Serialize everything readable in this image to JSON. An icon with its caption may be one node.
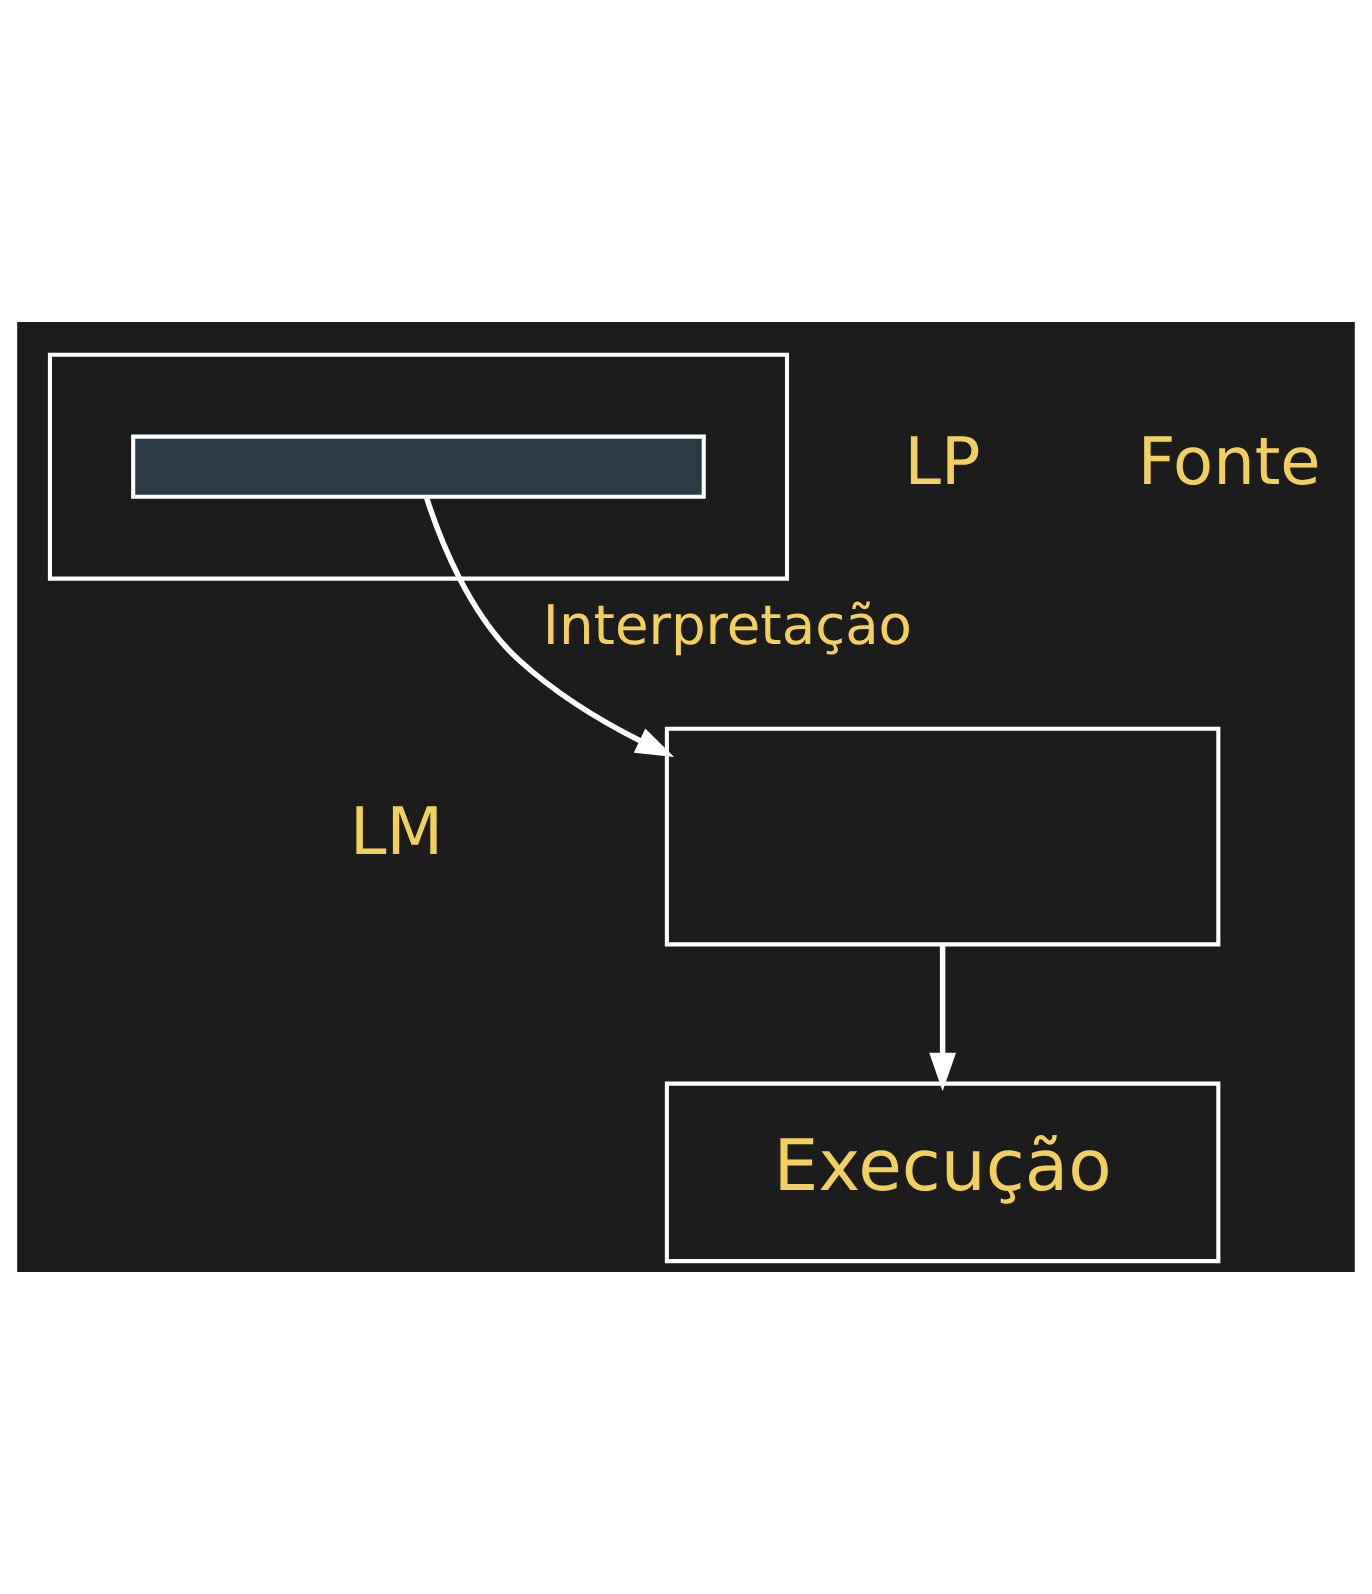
{
  "diagram": {
    "nodes": [
      {
        "text": [],
        "shape": "box",
        "beside": [
          "LP",
          "Fonte"
        ]
      },
      {
        "text": [],
        "shape": "box",
        "in": 0
      },
      {
        "text": [],
        "shape": "box",
        "beside": [
          "LM"
        ]
      },
      {
        "text": [
          "Execução"
        ]
      }
    ],
    "edges": [
      {
        "from": 1,
        "to": 2,
        "arrow": "to",
        "label": "Interpretação"
      },
      {
        "from": 2,
        "to": 3,
        "arrow": "to"
      }
    ]
  }
}
